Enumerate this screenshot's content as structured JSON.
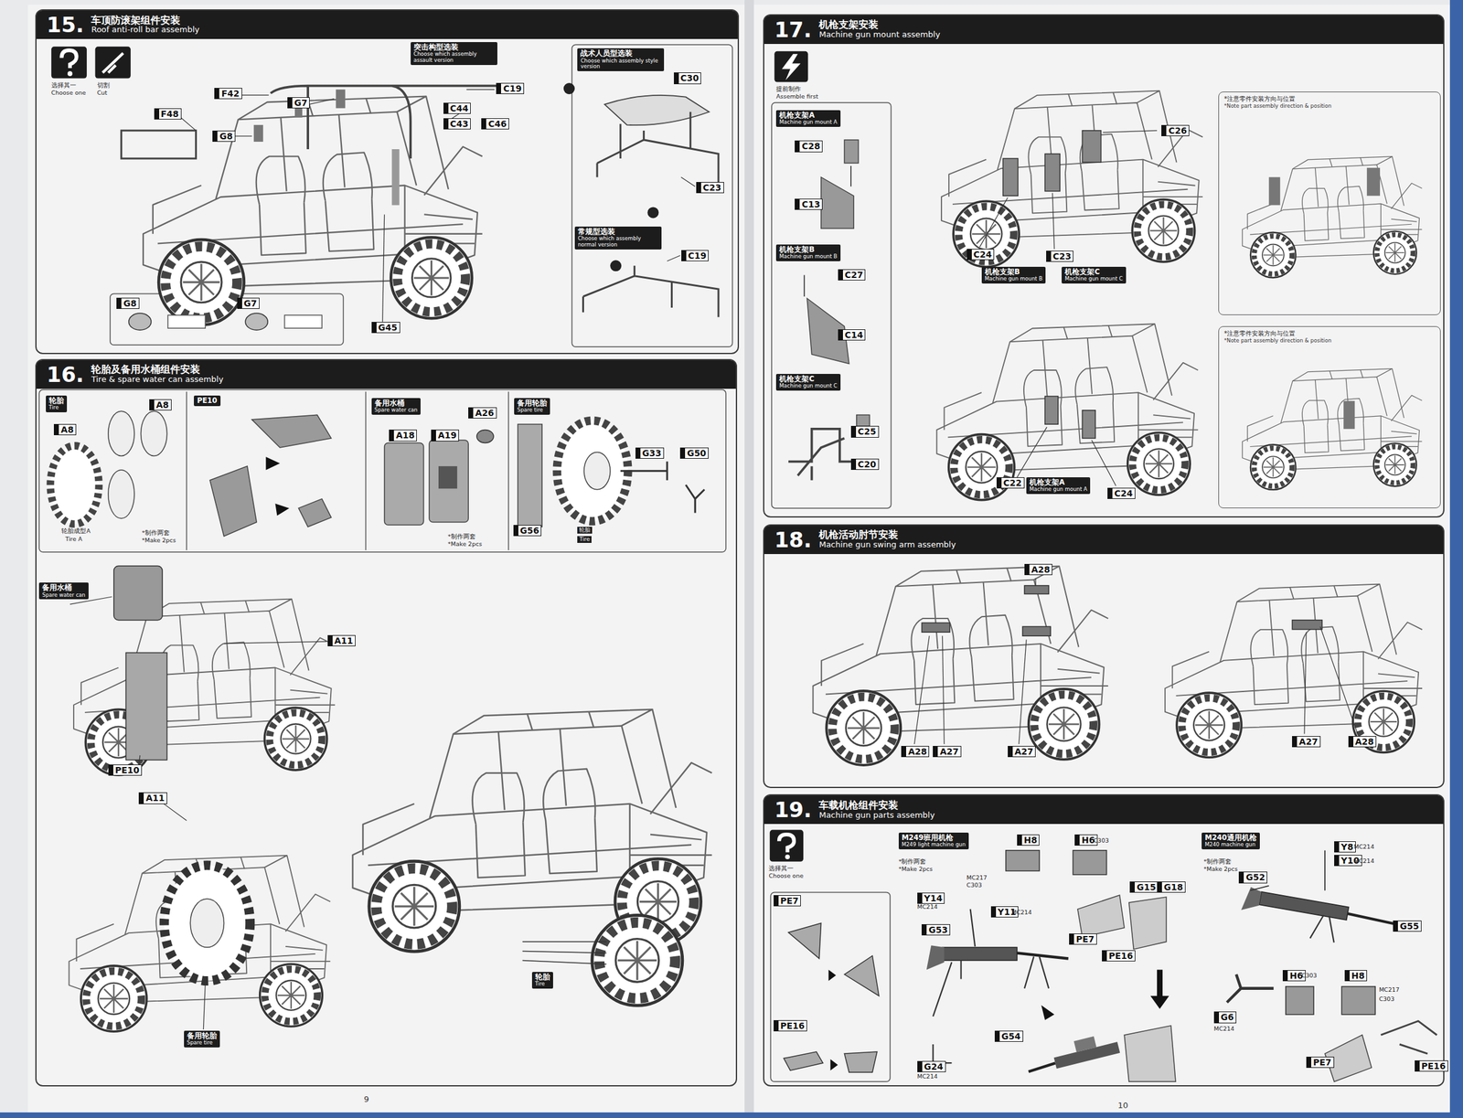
{
  "diagram": {
    "nodes": [
      {
        "text": [
          "15.",
          "车顶防滚架组件安装",
          "Roof anti-roll bar assembly"
        ]
      },
      {
        "text": [
          "突击构型选装",
          "Choose which assembly assault version"
        ],
        "in": 0
      },
      {
        "text": [
          "战术人员型选装",
          "Choose which assembly style version"
        ],
        "in": 0
      },
      {
        "text": [
          "常规型选装",
          "Choose which assembly normal version"
        ],
        "in": 0
      },
      {
        "text": [
          "16.",
          "轮胎及备用水桶组件安装",
          "Tire & spare water can assembly"
        ]
      },
      {
        "text": [
          "轮胎",
          "Tire"
        ],
        "in": 4
      },
      {
        "text": [
          "PE10"
        ],
        "in": 4
      },
      {
        "text": [
          "备用水桶",
          "Spare water can"
        ],
        "in": 4
      },
      {
        "text": [
          "备用轮胎",
          "Spare tire"
        ],
        "in": 4
      },
      {
        "text": [
          "备用水桶",
          "Spare water can"
        ],
        "in": 4
      },
      {
        "text": [
          "备用轮胎",
          "Spare tire"
        ],
        "in": 4
      },
      {
        "text": [
          "轮胎",
          "Tire"
        ],
        "in": 4
      },
      {
        "text": [
          "17.",
          "机枪支架安装",
          "Machine gun mount assembly"
        ]
      },
      {
        "text": [
          "机枪支架A",
          "Machine gun mount A"
        ],
        "in": 12
      },
      {
        "text": [
          "机枪支架B",
          "Machine gun mount B"
        ],
        "in": 12
      },
      {
        "text": [
          "机枪支架C",
          "Machine gun mount C"
        ],
        "in": 12
      },
      {
        "text": [
          "机枪支架B",
          "Machine gun mount B"
        ],
        "in": 12
      },
      {
        "text": [
          "机枪支架C",
          "Machine gun mount C"
        ],
        "in": 12
      },
      {
        "text": [
          "机枪支架A",
          "Machine gun mount A"
        ],
        "in": 12
      },
      {
        "text": [
          "*注意零件安装方向与位置",
          "*Note part assembly direction & position"
        ],
        "in": 12
      },
      {
        "text": [
          "*注意零件安装方向与位置",
          "*Note part assembly direction & position"
        ],
        "in": 12
      },
      {
        "text": [
          "18.",
          "机枪活动肘节安装",
          "Machine gun swing arm assembly"
        ]
      },
      {
        "text": [
          "19.",
          "车载机枪组件安装",
          "Machine gun parts assembly"
        ]
      },
      {
        "text": [
          "M249班用机枪",
          "M249 light machine gun"
        ],
        "in": 22
      },
      {
        "text": [
          "M240通用机枪",
          "M240 machine gun"
        ],
        "in": 22
      }
    ],
    "labels": [
      "选择其一",
      "Choose one",
      "切割",
      "Cut",
      "F42",
      "G7",
      "G8",
      "C19",
      "C30",
      "C44",
      "C43",
      "C46",
      "F48",
      "G45",
      "C23",
      "C19",
      "G8",
      "G7",
      "A8",
      "A8",
      "轮胎成型A",
      "Tire A",
      "*制作两套",
      "*Make 2pcs",
      "A18",
      "A19",
      "A26",
      "*制作两套",
      "*Make 2pcs",
      "G33",
      "G50",
      "G56",
      "轮胎",
      "Tire",
      "A11",
      "PE10",
      "A11",
      "9",
      "提前制作",
      "Assemble first",
      "C28",
      "C13",
      "C27",
      "C14",
      "C25",
      "C20",
      "C26",
      "C24",
      "C23",
      "C22",
      "C24",
      "A28",
      "A28",
      "A27",
      "A27",
      "A27",
      "A28",
      "选择其一",
      "Choose one",
      "PE7",
      "PE16",
      "*制作两套",
      "*Make 2pcs",
      "H8",
      "MC217",
      "C303",
      "H6",
      "C303",
      "Y14",
      "MC214",
      "Y11",
      "MC214",
      "G53",
      "G15",
      "G18",
      "PE7",
      "PE16",
      "G54",
      "G24",
      "MC214",
      "*制作两套",
      "*Make 2pcs",
      "Y8",
      "MC214",
      "Y10",
      "MC214",
      "G52",
      "G55",
      "H6",
      "C303",
      "H8",
      "MC217",
      "C303",
      "G6",
      "MC214",
      "PE7",
      "PE16",
      "10"
    ]
  }
}
